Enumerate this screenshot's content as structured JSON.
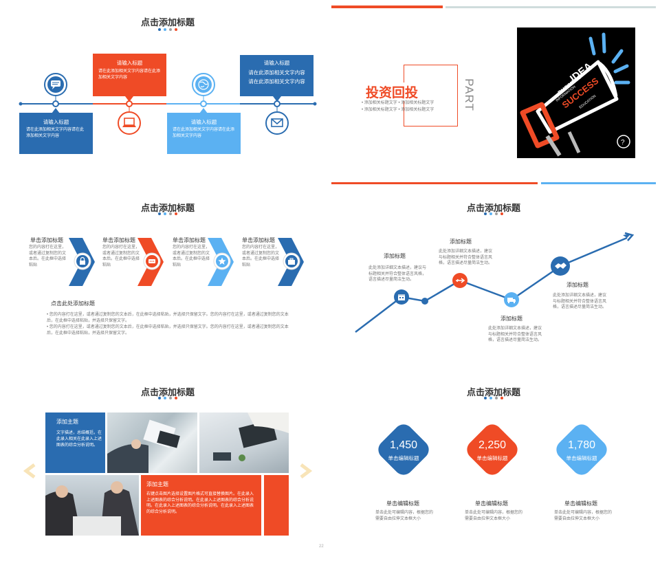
{
  "colors": {
    "blue": "#2a6cb0",
    "orange": "#ef4b26",
    "lightblue": "#5bb1f2",
    "gray": "#a0a0a0",
    "dark": "#333333"
  },
  "slide1": {
    "title": "点击添加标题",
    "items": [
      {
        "heading": "请输入标题",
        "body": "请在此添加相关文字内容请在此添加相关文字内容",
        "icon": "chat-bubble-icon"
      },
      {
        "heading": "请输入标题",
        "body": "请在此添加相关文字内容请在此添加相关文字内容",
        "icon": "laptop-icon"
      },
      {
        "heading": "请输入标题",
        "body": "请在此添加相关文字内容请在此添加相关文字内容",
        "icon": "globe-icon"
      },
      {
        "heading": "请输入标题",
        "body1": "请在此添加相关文字内容",
        "body2": "请在此添加相关文字内容",
        "icon": "envelope-icon"
      }
    ]
  },
  "slide2": {
    "title": "投资回投",
    "part": "PART",
    "bullets": [
      "添加相关标题文字",
      "添加相关标题文字",
      "添加相关标题文字",
      "添加相关标题文字"
    ],
    "image": {
      "words": [
        "BUSINESS",
        "IDEA",
        "SUCCESS",
        "INFORMATION",
        "EDUCATION"
      ]
    }
  },
  "slide3": {
    "title": "点击添加标题",
    "steps": [
      {
        "heading": "单击添加标题",
        "body": "您的内容打在这里，或者通过复制您的文本后。在此框中选择粘贴",
        "icon": "lock-icon"
      },
      {
        "heading": "单击添加标题",
        "body": "您的内容打在这里，或者通过复制您的文本后。在此框中选择粘贴",
        "icon": "chat-dots-icon"
      },
      {
        "heading": "单击添加标题",
        "body": "您的内容打在这里，或者通过复制您的文本后。在此框中选择粘贴",
        "icon": "star-icon"
      },
      {
        "heading": "单击添加标题",
        "body": "您的内容打在这里，或者通过复制您的文本后。在此框中选择粘贴",
        "icon": "briefcase-icon"
      }
    ],
    "section_title": "点击此处添加标题",
    "paragraphs": [
      "您的内容打在这里，或者通过复制您的文本后，在此框中选择粘贴，并选择只保留文字。您的内容打在这里，或者通过复制您的文本后，在此框中选择粘贴，并选择只保留文字。",
      "您的内容打在这里，或者通过复制您的文本后，在此框中选择粘贴，并选择只保留文字。您的内容打在这里，或者通过复制您的文本后，在此框中选择粘贴，并选择只保留文字。"
    ]
  },
  "slide4": {
    "title": "点击添加标题",
    "points": [
      {
        "heading": "添加标题",
        "body": "此处添加详细文本描述，建议与标题相关并符合整体语言风格，语言描述尽量简洁生动。",
        "icon": "calendar-icon"
      },
      {
        "heading": "添加标题",
        "body": "此处添加详细文本描述，建议与标题相关并符合整体语言风格，语言描述尽量简洁生动。",
        "icon": "plane-icon"
      },
      {
        "heading": "添加标题",
        "body": "此处添加详细文本描述，建议与标题相关并符合整体语言风格，语言描述尽量简洁生动。",
        "icon": "truck-icon"
      },
      {
        "heading": "添加标题",
        "body": "此处添加详细文本描述，建议与标题相关并符合整体语言风格，语言描述尽量简洁生动。",
        "icon": "handshake-icon"
      }
    ]
  },
  "slide5": {
    "title": "点击添加标题",
    "box1": {
      "heading": "添加主题",
      "body": "文字描述，总结概括，在此录入相关在此录入上述图表的综合分析说明。"
    },
    "box2": {
      "heading": "添加主题",
      "body": "右键点击图片选择设置图片格式可直接替换图片。在此录入上述图表的综合分析说明。在此录入上述图表的综合分析说明。在此录入上述图表的综合分析说明。在此录入上述图表的综合分析说明。"
    },
    "page_number": "22"
  },
  "slide6": {
    "title": "点击添加标题",
    "stats": [
      {
        "value": "1,450",
        "label": "单击编辑标题",
        "heading": "单击编辑标题",
        "body": "单击此处可编辑内容，根据您的需要自由拉伸文本框大小"
      },
      {
        "value": "2,250",
        "label": "单击编辑标题",
        "heading": "单击编辑标题",
        "body": "单击此处可编辑内容，根据您的需要自由拉伸文本框大小"
      },
      {
        "value": "1,780",
        "label": "单击编辑标题",
        "heading": "单击编辑标题",
        "body": "单击此处可编辑内容，根据您的需要自由拉伸文本框大小"
      }
    ]
  }
}
